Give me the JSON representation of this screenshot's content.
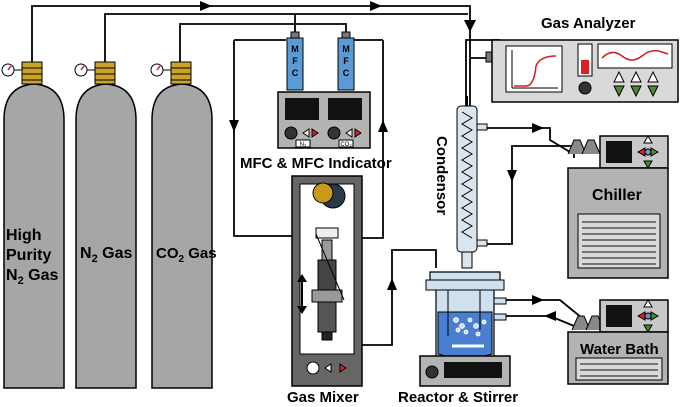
{
  "colors": {
    "cylinder": "#a6a6a6",
    "valve": "#c9a227",
    "mfc_blue": "#5b9bd5",
    "panel_gray": "#b3b3b3",
    "display_black": "#111111",
    "arrow_red": "#e02020",
    "liquid_blue": "#4a7fd0",
    "reactor_glass": "#cfe0ee",
    "chart_red": "#d02020",
    "button_green": "#4e8a2a",
    "button_white": "#ffffff",
    "gold_ball": "#c99a1a"
  },
  "icons": [
    "pressure-gauge-icon",
    "valve-icon",
    "knob-icon",
    "triangle-button-icon",
    "flow-arrow-icon",
    "double-arrow-icon"
  ],
  "cylinders": {
    "high_purity_n2": {
      "line1": "High",
      "line2": "Purity",
      "line3_main": "N",
      "line3_sub": "2",
      "line3_tail": " Gas"
    },
    "n2": {
      "main": "N",
      "sub": "2",
      "tail": " Gas"
    },
    "co2": {
      "main": "CO",
      "sub": "2",
      "tail": " Gas"
    }
  },
  "mfc": {
    "unit1_text": [
      "M",
      "F",
      "C"
    ],
    "unit2_text": [
      "M",
      "F",
      "C"
    ],
    "indicator_tag1": "N₂",
    "indicator_tag2": "CO₂",
    "label": "MFC & MFC Indicator"
  },
  "gas_analyzer": {
    "label": "Gas Analyzer"
  },
  "condensor": {
    "label": "Condensor"
  },
  "chiller": {
    "label": "Chiller"
  },
  "water_bath": {
    "label": "Water Bath"
  },
  "gas_mixer": {
    "label": "Gas Mixer"
  },
  "reactor": {
    "label": "Reactor & Stirrer"
  }
}
